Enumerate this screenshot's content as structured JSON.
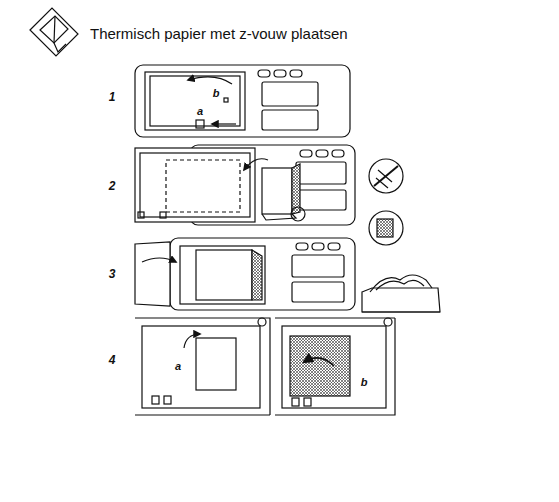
{
  "diagram": {
    "title": "Thermisch papier met z-vouw plaatsen",
    "labels": [
      "1",
      "b",
      "a",
      "2",
      "3",
      "4",
      "a",
      "b"
    ]
  }
}
